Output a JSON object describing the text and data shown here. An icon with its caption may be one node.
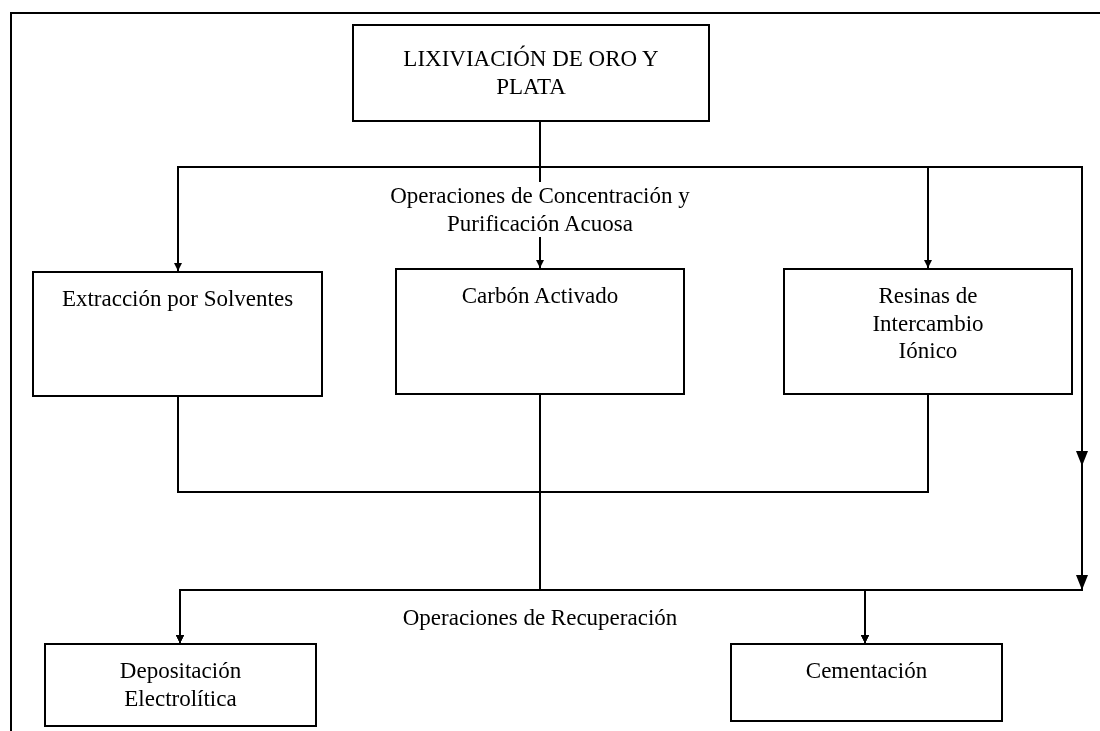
{
  "diagram": {
    "nodes": [
      {
        "text": [
          "LIXIVIACIÓN DE ORO Y PLATA"
        ]
      },
      {
        "text": [
          "Extracción por Solventes"
        ]
      },
      {
        "text": [
          "Carbón Activado"
        ]
      },
      {
        "text": [
          "Resinas de Intercambio Iónico"
        ]
      },
      {
        "text": [
          "Depositación Electrolítica"
        ]
      },
      {
        "text": [
          "Cementación"
        ]
      }
    ],
    "edges": [
      {
        "from": 0,
        "to": 1,
        "arrow": "to"
      },
      {
        "from": 0,
        "to": 2,
        "arrow": "to"
      },
      {
        "from": 0,
        "to": 3,
        "arrow": "to"
      },
      {
        "from": 0,
        "to": 4,
        "arrow": "to"
      },
      {
        "from": 0,
        "to": 5,
        "arrow": "to"
      },
      {
        "from": 1,
        "to": 4,
        "arrow": "to"
      },
      {
        "from": 1,
        "to": 5,
        "arrow": "to"
      },
      {
        "from": 2,
        "to": 4,
        "arrow": "to"
      },
      {
        "from": 2,
        "to": 5,
        "arrow": "to"
      },
      {
        "from": 3,
        "to": 4,
        "arrow": "to"
      },
      {
        "from": 3,
        "to": 5,
        "arrow": "to"
      }
    ],
    "labels": [
      "Operaciones de Concentración y Purificación Acuosa",
      "Operaciones de Recuperación"
    ]
  }
}
